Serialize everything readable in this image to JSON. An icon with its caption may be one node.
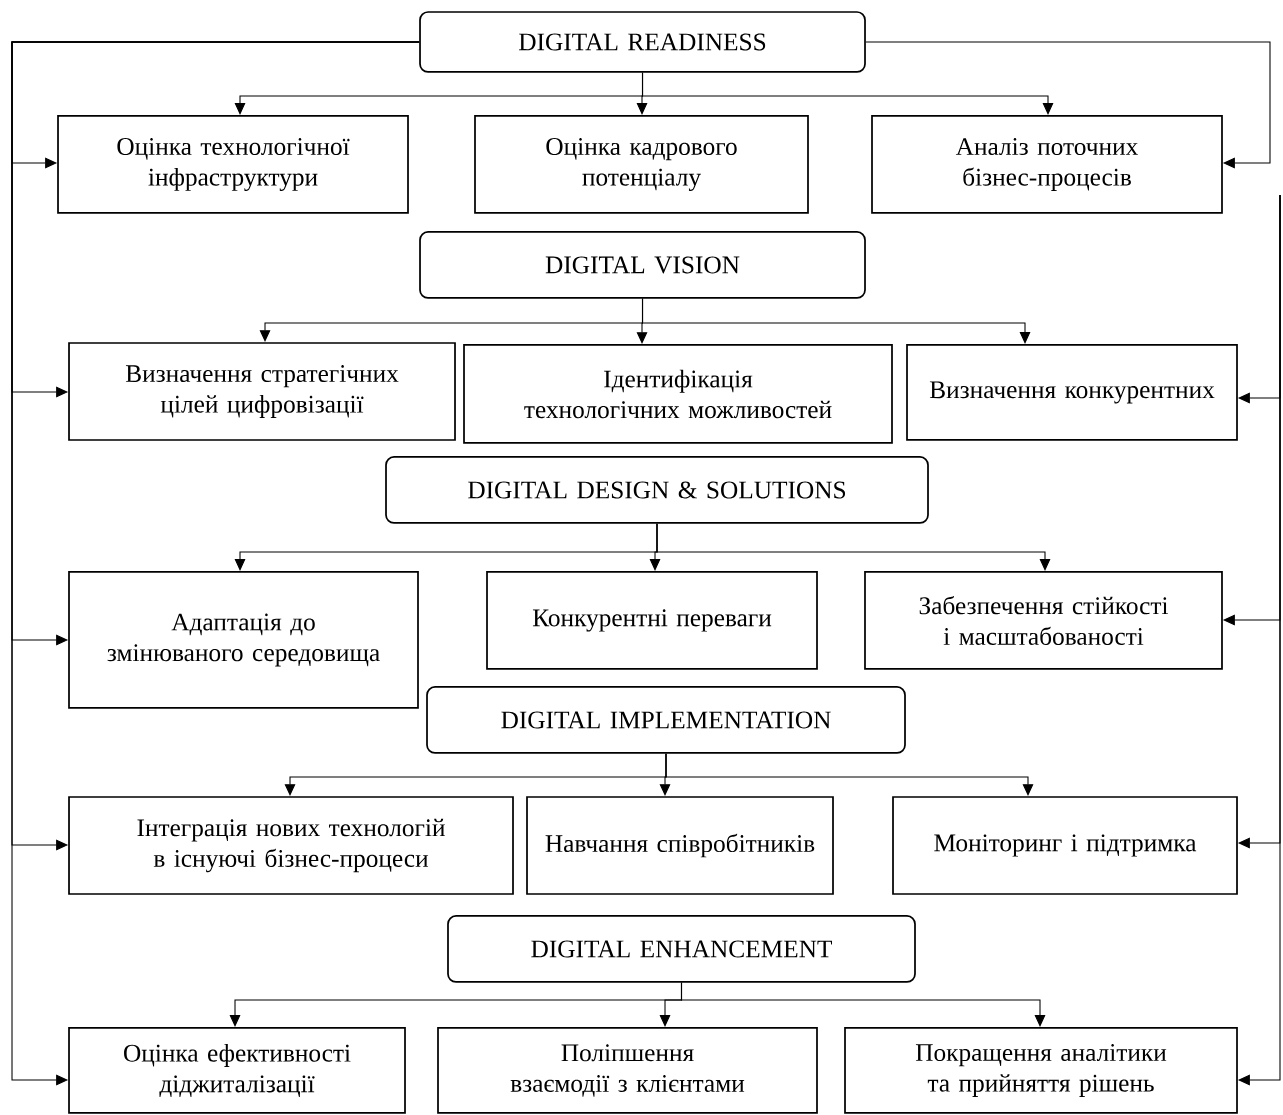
{
  "diagram": {
    "nodes": [
      {
        "text": [
          "DIGITAL READINESS"
        ]
      },
      {
        "text": [
          "Оцінка технологічної інфраструктури"
        ]
      },
      {
        "text": [
          "Оцінка кадрового потенціалу"
        ]
      },
      {
        "text": [
          "Аналіз поточних бізнес-процесів"
        ]
      },
      {
        "text": [
          "DIGITAL VISION"
        ]
      },
      {
        "text": [
          "Визначення стратегічних цілей цифровізації"
        ]
      },
      {
        "text": [
          "Ідентифікація технологічних можливостей"
        ]
      },
      {
        "text": [
          "Визначення конкурентних"
        ]
      },
      {
        "text": [
          "DIGITAL DESIGN & SOLUTIONS"
        ]
      },
      {
        "text": [
          "Адаптація до змінюваного середовища"
        ]
      },
      {
        "text": [
          "Конкурентні переваги"
        ]
      },
      {
        "text": [
          "Забезпечення стійкості і масштабованості"
        ]
      },
      {
        "text": [
          "DIGITAL IMPLEMENTATION"
        ]
      },
      {
        "text": [
          "Інтеграція нових технологій в існуючі бізнес-процеси"
        ]
      },
      {
        "text": [
          "Навчання співробітників"
        ]
      },
      {
        "text": [
          "Моніторинг і підтримка"
        ]
      },
      {
        "text": [
          "DIGITAL ENHANCEMENT"
        ]
      },
      {
        "text": [
          "Оцінка ефективності діджиталізації"
        ]
      },
      {
        "text": [
          "Поліпшення взаємодії з клієнтами"
        ]
      },
      {
        "text": [
          "Покращення аналітики та прийняття рішень"
        ]
      }
    ],
    "edges": [
      {
        "from": 0,
        "to": 1,
        "arrow": "to"
      },
      {
        "from": 0,
        "to": 2,
        "arrow": "to"
      },
      {
        "from": 0,
        "to": 3,
        "arrow": "to"
      },
      {
        "from": 4,
        "to": 5,
        "arrow": "to"
      },
      {
        "from": 4,
        "to": 6,
        "arrow": "to"
      },
      {
        "from": 4,
        "to": 7,
        "arrow": "to"
      },
      {
        "from": 8,
        "to": 9,
        "arrow": "to"
      },
      {
        "from": 8,
        "to": 10,
        "arrow": "to"
      },
      {
        "from": 8,
        "to": 11,
        "arrow": "to"
      },
      {
        "from": 12,
        "to": 13,
        "arrow": "to"
      },
      {
        "from": 12,
        "to": 14,
        "arrow": "to"
      },
      {
        "from": 12,
        "to": 15,
        "arrow": "to"
      },
      {
        "from": 16,
        "to": 17,
        "arrow": "to"
      },
      {
        "from": 16,
        "to": 18,
        "arrow": "to"
      },
      {
        "from": 16,
        "to": 19,
        "arrow": "to"
      },
      {
        "from": 0,
        "to": 1,
        "arrow": "to"
      },
      {
        "from": 0,
        "to": 5,
        "arrow": "to"
      },
      {
        "from": 0,
        "to": 9,
        "arrow": "to"
      },
      {
        "from": 0,
        "to": 13,
        "arrow": "to"
      },
      {
        "from": 0,
        "to": 17,
        "arrow": "to"
      },
      {
        "from": 0,
        "to": 3,
        "arrow": "to"
      },
      {
        "from": null,
        "to": 7,
        "arrow": "to"
      },
      {
        "from": null,
        "to": 11,
        "arrow": "to"
      },
      {
        "from": null,
        "to": 15,
        "arrow": "to"
      },
      {
        "from": null,
        "to": 19,
        "arrow": "to"
      }
    ]
  }
}
